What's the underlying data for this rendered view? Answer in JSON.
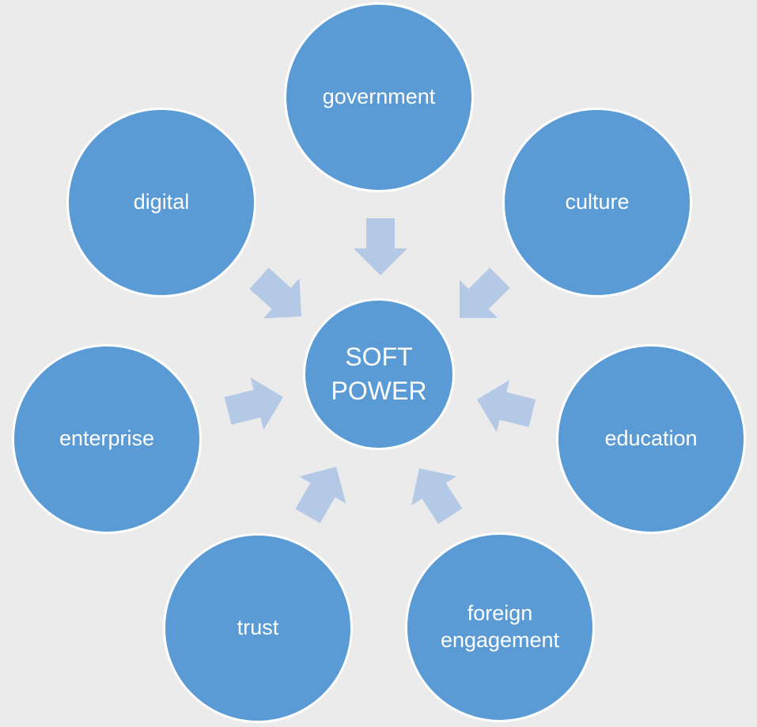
{
  "diagram": {
    "center": {
      "label": "SOFT\nPOWER"
    },
    "nodes": [
      {
        "id": "government",
        "label": "government"
      },
      {
        "id": "culture",
        "label": "culture"
      },
      {
        "id": "education",
        "label": "education"
      },
      {
        "id": "foreign-engagement",
        "label": "foreign\nengagement"
      },
      {
        "id": "trust",
        "label": "trust"
      },
      {
        "id": "enterprise",
        "label": "enterprise"
      },
      {
        "id": "digital",
        "label": "digital"
      }
    ],
    "colors": {
      "background": "#ebebeb",
      "circle_fill": "#5b9bd5",
      "circle_border": "#ffffff",
      "arrow_fill": "#b3c9e6",
      "text": "#ffffff"
    }
  }
}
